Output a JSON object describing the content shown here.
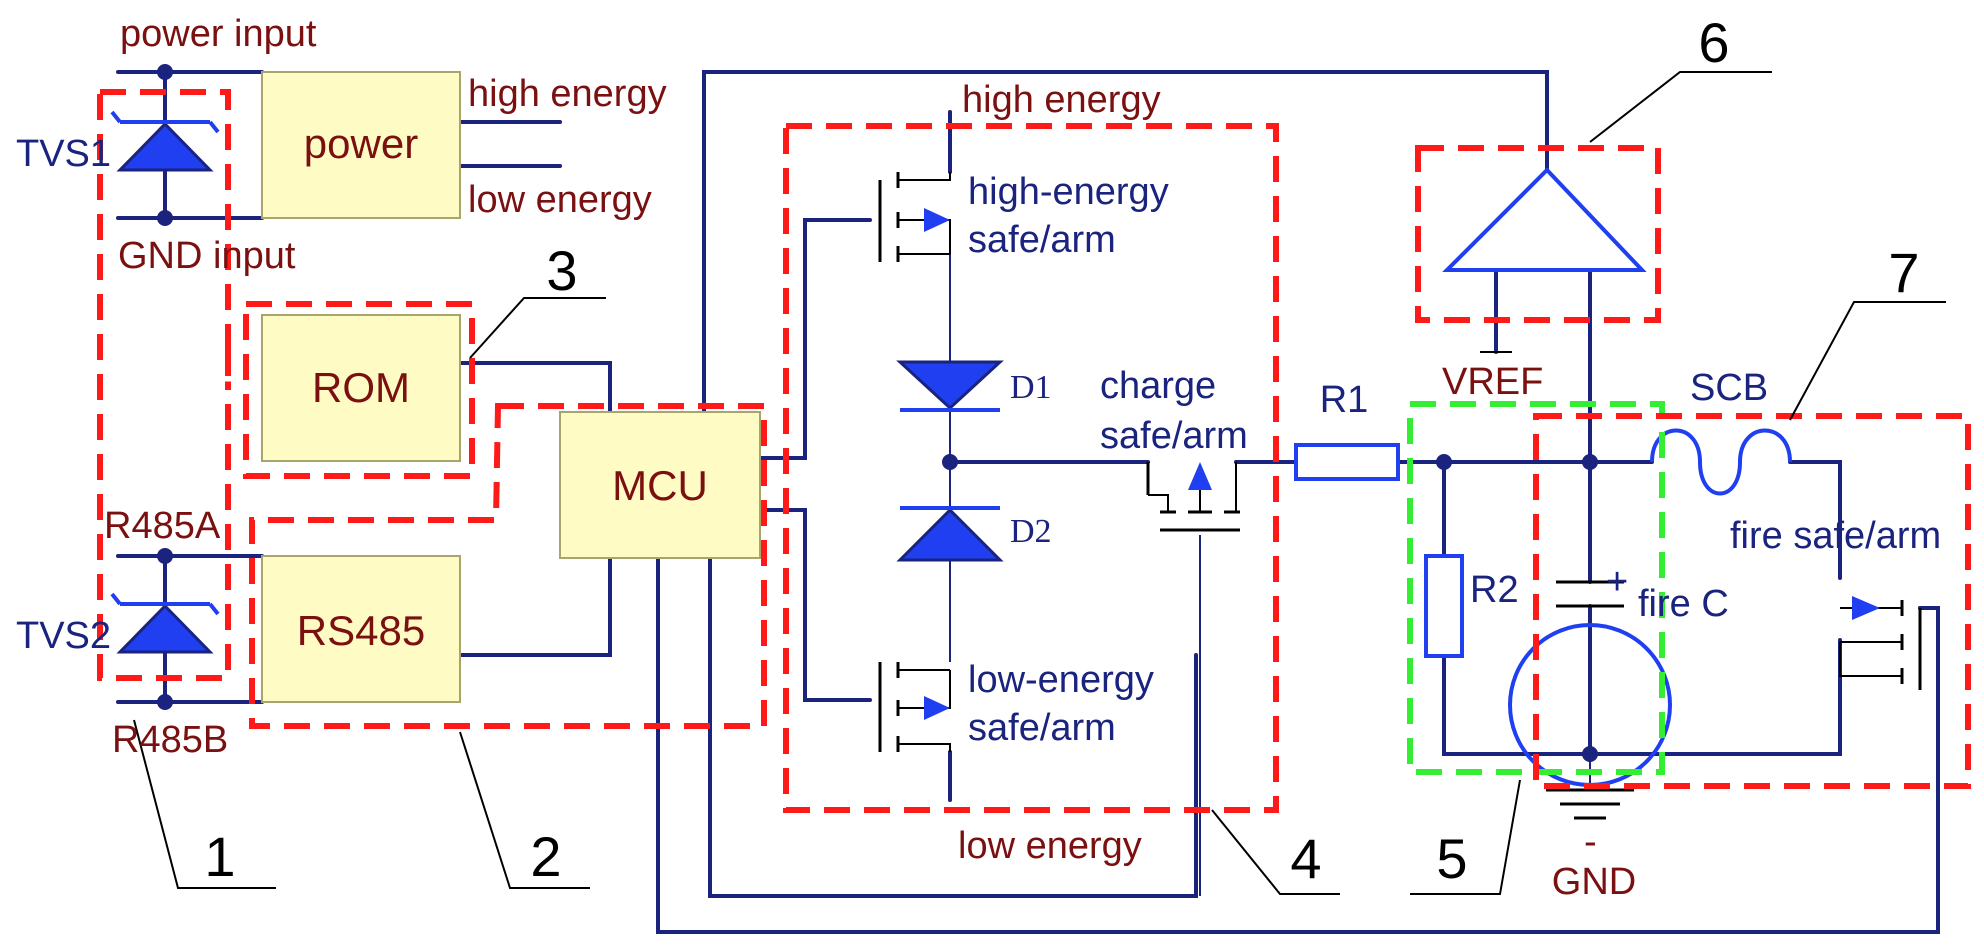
{
  "labels": {
    "power_input": "power input",
    "gnd_input": "GND input",
    "tvs1": "TVS1",
    "tvs2": "TVS2",
    "r485a": "R485A",
    "r485b": "R485B",
    "power": "power",
    "rom": "ROM",
    "mcu": "MCU",
    "rs485": "RS485",
    "high_energy_out": "high energy",
    "low_energy_out": "low energy",
    "high_energy_rail": "high energy",
    "low_energy_rail": "low energy",
    "high_sa_1": "high-energy",
    "high_sa_2": "safe/arm",
    "low_sa_1": "low-energy",
    "low_sa_2": "safe/arm",
    "d1": "D1",
    "d2": "D2",
    "charge_sa_1": "charge",
    "charge_sa_2": "safe/arm",
    "r1": "R1",
    "r2": "R2",
    "vref": "VREF",
    "scb": "SCB",
    "fire_sa": "fire safe/arm",
    "fire_c": "fire C",
    "plus": "+",
    "minus": "-",
    "gnd": "GND"
  },
  "callouts": [
    "1",
    "2",
    "3",
    "4",
    "5",
    "6",
    "7"
  ],
  "colors": {
    "wire": "#1a237e",
    "component": "#1f3ff0",
    "dashed_region": "#ff1a1a",
    "dashed_region_5": "#33ee33",
    "block_fill": "#fffbc4",
    "label_brown": "#7a1010"
  }
}
